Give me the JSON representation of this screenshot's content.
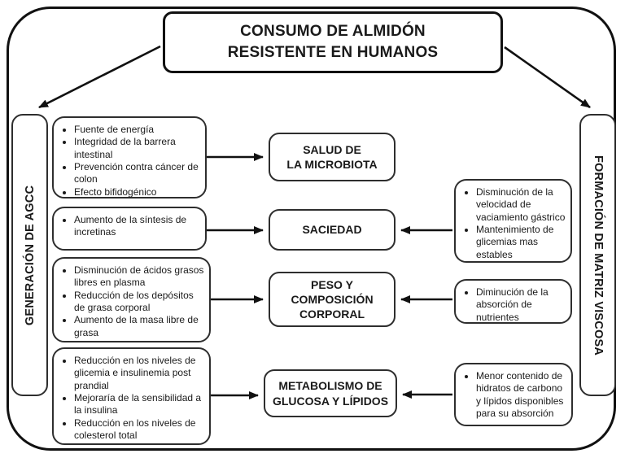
{
  "title": {
    "text": "CONSUMO DE ALMIDÓN\nRESISTENTE EN HUMANOS"
  },
  "side_labels": {
    "left": "GENERACIÓN DE AGCC",
    "right": "FORMACIÓN DE MATRIZ VISCOSA"
  },
  "outcomes": [
    {
      "label": "SALUD DE\nLA MICROBIOTA"
    },
    {
      "label": "SACIEDAD"
    },
    {
      "label": "PESO Y\nCOMPOSICIÓN\nCORPORAL"
    },
    {
      "label": "METABOLISMO DE\nGLUCOSA Y LÍPIDOS"
    }
  ],
  "left_boxes": [
    {
      "items": [
        "Fuente de energía",
        "Integridad de la barrera intestinal",
        "Prevención contra cáncer de colon",
        "Efecto bifidogénico"
      ]
    },
    {
      "items": [
        "Aumento de la síntesis de incretinas"
      ]
    },
    {
      "items": [
        "Disminución de ácidos grasos libres en plasma",
        "Reducción de los depósitos de grasa corporal",
        "Aumento de la masa libre de grasa"
      ]
    },
    {
      "items": [
        "Reducción en los niveles de glicemia e insulinemia post prandial",
        "Mejoraría de la sensibilidad a la insulina",
        "Reducción en los niveles de colesterol total"
      ]
    }
  ],
  "right_boxes": [
    {
      "items": [
        "Disminución de la velocidad de vaciamiento gástrico",
        "Mantenimiento de glicemias mas estables"
      ]
    },
    {
      "items": [
        "Diminución de la absorción de nutrientes"
      ]
    },
    {
      "items": [
        "Menor contenido de hidratos de carbono y lípidos disponibles para su absorción"
      ]
    }
  ],
  "colors": {
    "line": "#111111",
    "box_border": "#2e2e2e",
    "background": "#ffffff",
    "text": "#1a1a1a"
  }
}
